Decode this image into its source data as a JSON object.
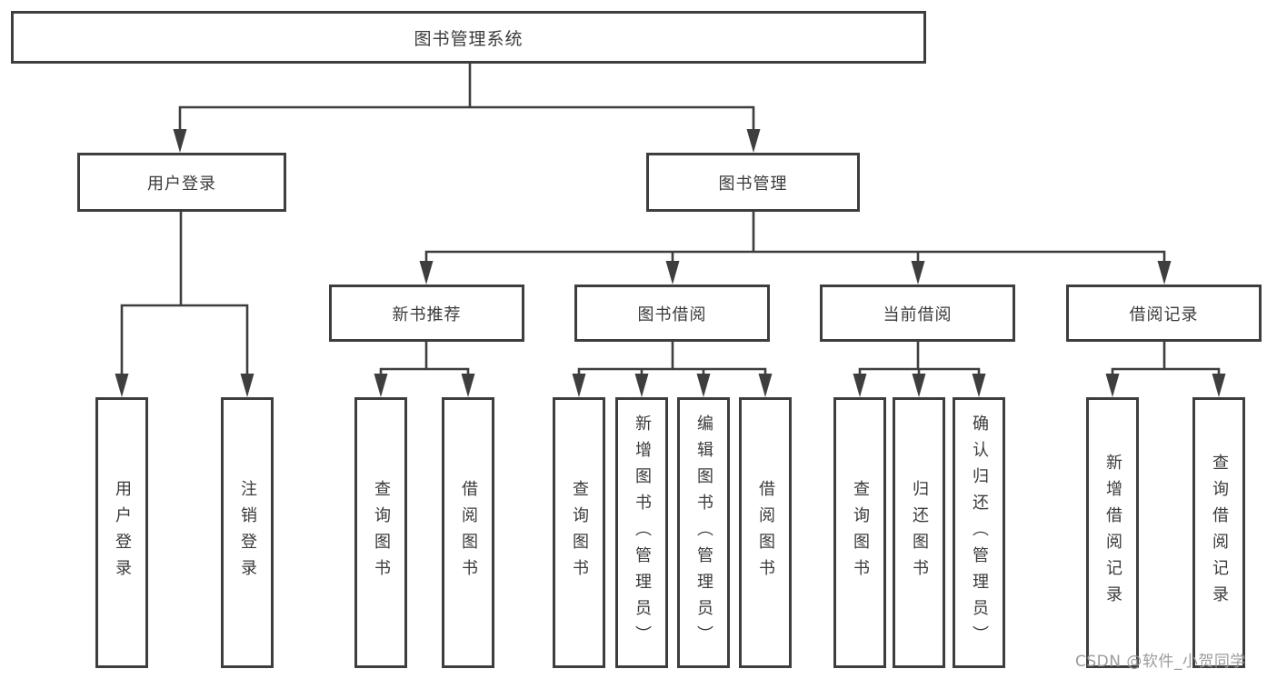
{
  "diagram": {
    "root": {
      "label": "图书管理系统"
    },
    "level2": [
      {
        "id": "user-login",
        "label": "用户登录"
      },
      {
        "id": "book-management",
        "label": "图书管理"
      }
    ],
    "level3": [
      {
        "id": "new-book-recommend",
        "parent": "图书管理",
        "label": "新书推荐"
      },
      {
        "id": "book-borrowing",
        "parent": "图书管理",
        "label": "图书借阅"
      },
      {
        "id": "current-borrowing",
        "parent": "图书管理",
        "label": "当前借阅"
      },
      {
        "id": "borrowing-records",
        "parent": "图书管理",
        "label": "借阅记录"
      }
    ],
    "leaves": [
      {
        "parent": "用户登录",
        "label": "用户登录"
      },
      {
        "parent": "用户登录",
        "label": "注销登录"
      },
      {
        "parent": "新书推荐",
        "label": "查询图书"
      },
      {
        "parent": "新书推荐",
        "label": "借阅图书"
      },
      {
        "parent": "图书借阅",
        "label": "查询图书"
      },
      {
        "parent": "图书借阅",
        "label": "新增图书（管理员）"
      },
      {
        "parent": "图书借阅",
        "label": "编辑图书（管理员）"
      },
      {
        "parent": "图书借阅",
        "label": "借阅图书"
      },
      {
        "parent": "当前借阅",
        "label": "查询图书"
      },
      {
        "parent": "当前借阅",
        "label": "归还图书"
      },
      {
        "parent": "当前借阅",
        "label": "确认归还（管理员）"
      },
      {
        "parent": "借阅记录",
        "label": "新增借阅记录"
      },
      {
        "parent": "借阅记录",
        "label": "查询借阅记录"
      }
    ]
  },
  "watermark": "CSDN @软件_小贺同学",
  "colors": {
    "line": "#3e3e3e",
    "text": "#3a3a3a",
    "watermark": "#9c9c9c"
  }
}
